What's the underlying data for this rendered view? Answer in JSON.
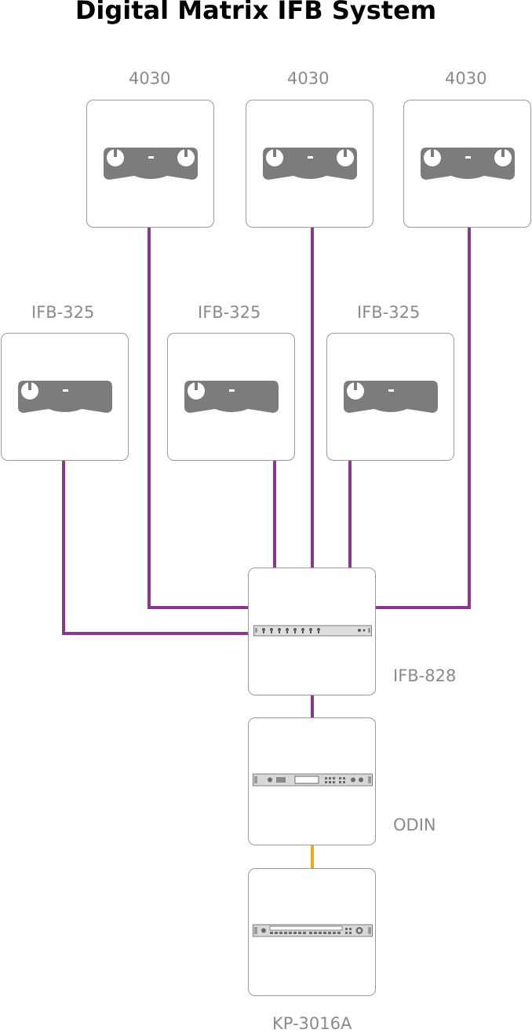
{
  "title": "Digital Matrix IFB System",
  "colors": {
    "wire_primary": "#8b3a8b",
    "wire_secondary": "#f2a81d",
    "device_fill": "#7c7c7c",
    "label": "#8a8a8a"
  },
  "nodes": {
    "top": [
      {
        "label": "4030",
        "device": "dual-knob-beltpack-icon"
      },
      {
        "label": "4030",
        "device": "dual-knob-beltpack-icon"
      },
      {
        "label": "4030",
        "device": "dual-knob-beltpack-icon"
      }
    ],
    "middle": [
      {
        "label": "IFB-325",
        "device": "single-knob-beltpack-icon"
      },
      {
        "label": "IFB-325",
        "device": "single-knob-beltpack-icon"
      },
      {
        "label": "IFB-325",
        "device": "single-knob-beltpack-icon"
      }
    ],
    "hub": {
      "label": "IFB-828",
      "device": "rack-unit-ifb-828-icon"
    },
    "odin": {
      "label": "ODIN",
      "device": "rack-unit-odin-icon"
    },
    "kp": {
      "label": "KP-3016A",
      "device": "rack-unit-kp-3016a-icon"
    }
  }
}
